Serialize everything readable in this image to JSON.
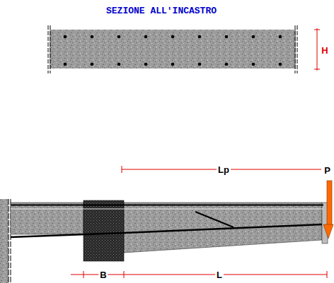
{
  "diagram": {
    "title": "SEZIONE ALL'INCASTRO",
    "labels": [
      "H",
      "P",
      "Lp",
      "B",
      "L"
    ]
  }
}
